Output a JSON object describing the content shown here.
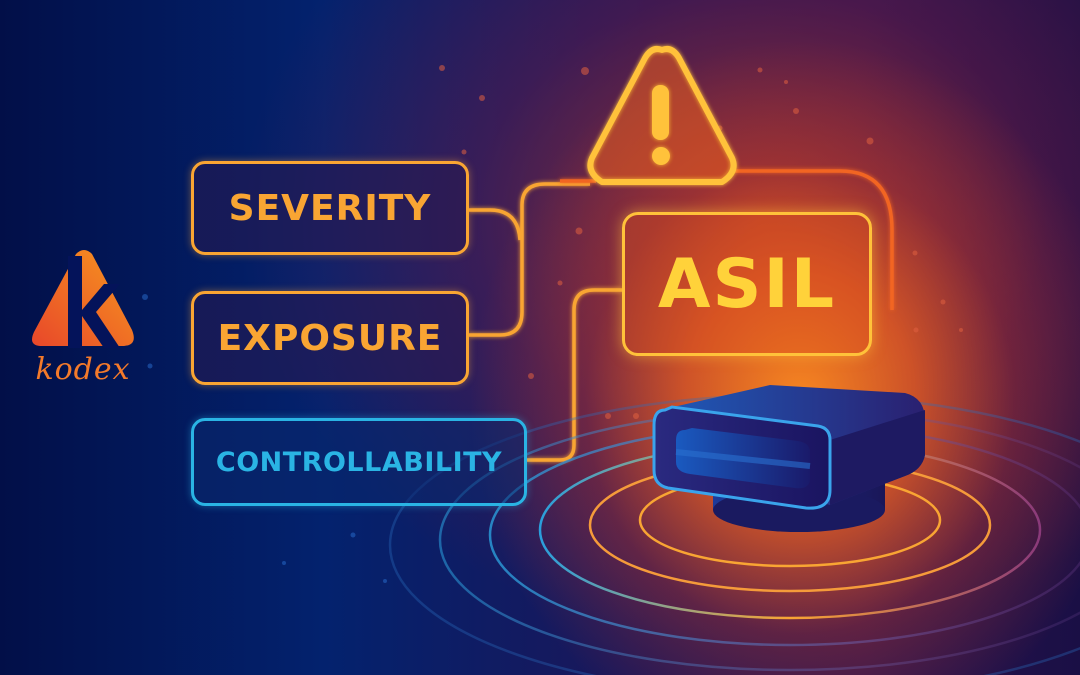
{
  "brand": {
    "logo_letter": "k",
    "logo_text": "kodex",
    "colors": {
      "gradient_start": "#f7981f",
      "gradient_end": "#e8472a"
    }
  },
  "diagram": {
    "inputs": [
      {
        "label": "SEVERITY",
        "color": "#f9a533"
      },
      {
        "label": "EXPOSURE",
        "color": "#f9a533"
      },
      {
        "label": "CONTROLLABILITY",
        "color": "#2ab4e4"
      }
    ],
    "output": {
      "label": "ASIL",
      "color": "#ffc23a"
    },
    "warning": {
      "icon": "warning-triangle-icon",
      "glyph": "!"
    },
    "device": {
      "icon": "sensor-device-icon"
    }
  },
  "colors": {
    "background_dark": "#020f48",
    "background_mid": "#03226e",
    "glow_orange": "#ff8c1e",
    "line_orange": "#f9a533",
    "line_red_orange": "#f26522",
    "ring_blue": "#2a9fdc"
  }
}
